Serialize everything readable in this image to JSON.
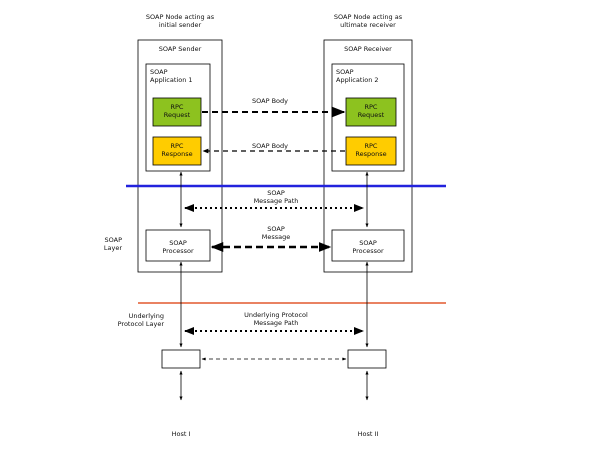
{
  "nodes": {
    "sender_caption": [
      "SOAP Node acting as",
      "initial sender"
    ],
    "receiver_caption": [
      "SOAP Node acting as",
      "ultimate receiver"
    ],
    "sender_title": "SOAP Sender",
    "receiver_title": "SOAP Receiver",
    "app1": [
      "SOAP",
      "Application 1"
    ],
    "app2": [
      "SOAP",
      "Application 2"
    ],
    "processor": [
      "SOAP",
      "Processor"
    ]
  },
  "rpc": {
    "request": [
      "RPC",
      "Request"
    ],
    "response": [
      "RPC",
      "Response"
    ],
    "request_color": "#8dc21f",
    "response_color": "#ffcc00"
  },
  "flows": {
    "body_top": "SOAP Body",
    "body_bottom": "SOAP Body",
    "message_path": [
      "SOAP",
      "Message Path"
    ],
    "message": [
      "SOAP",
      "Message"
    ],
    "underlying_path": [
      "Underlying Protocol",
      "Message Path"
    ]
  },
  "layers": {
    "soap_layer": [
      "SOAP",
      "Layer"
    ],
    "protocol_layer": [
      "Underlying",
      "Protocol Layer"
    ],
    "soap_line_color": "#2222dd",
    "protocol_line_color": "#e2582e"
  },
  "hosts": {
    "host1": "Host I",
    "host2": "Host II"
  }
}
